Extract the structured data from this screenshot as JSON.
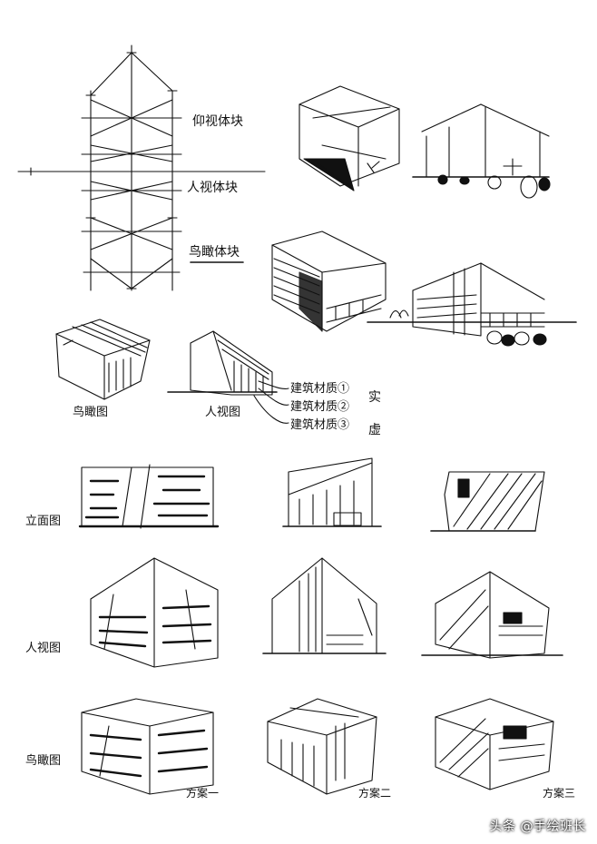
{
  "labels": {
    "top_view_1": "仰视体块",
    "top_view_2": "人视体块",
    "top_view_3": "鸟瞰体块",
    "aerial_small": "鸟瞰图",
    "person_small": "人视图",
    "material_1": "建筑材质①",
    "material_2": "建筑材质②",
    "material_3": "建筑材质③",
    "solid": "实",
    "void": "虚",
    "row_elevation": "立面图",
    "row_person": "人视图",
    "row_aerial": "鸟瞰图",
    "scheme_1": "方案一",
    "scheme_2": "方案二",
    "scheme_3": "方案三"
  },
  "watermark": "头条 @手绘班长"
}
